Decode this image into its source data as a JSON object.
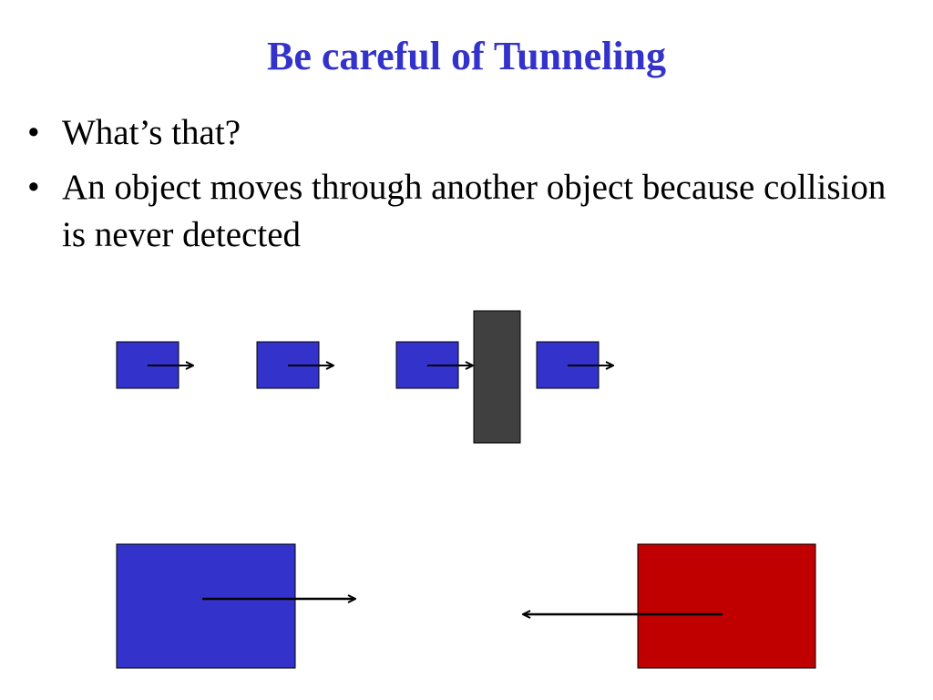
{
  "slide": {
    "title": "Be careful of Tunneling",
    "bullets": [
      {
        "marker": "•",
        "text": "What’s that?"
      },
      {
        "marker": "•",
        "text": "An object moves through another object because collision is never detected"
      }
    ]
  },
  "colors": {
    "title": "#3333cc",
    "moving_object": "#3333cc",
    "wall": "#404040",
    "oncoming_object": "#c00000",
    "arrow": "#000000"
  },
  "diagram": {
    "frames": 4,
    "motion_direction": "right",
    "wall_after_frame": 3,
    "bottom_pair": [
      {
        "role": "moving-right",
        "color_key": "moving_object"
      },
      {
        "role": "moving-left",
        "color_key": "oncoming_object"
      }
    ]
  }
}
